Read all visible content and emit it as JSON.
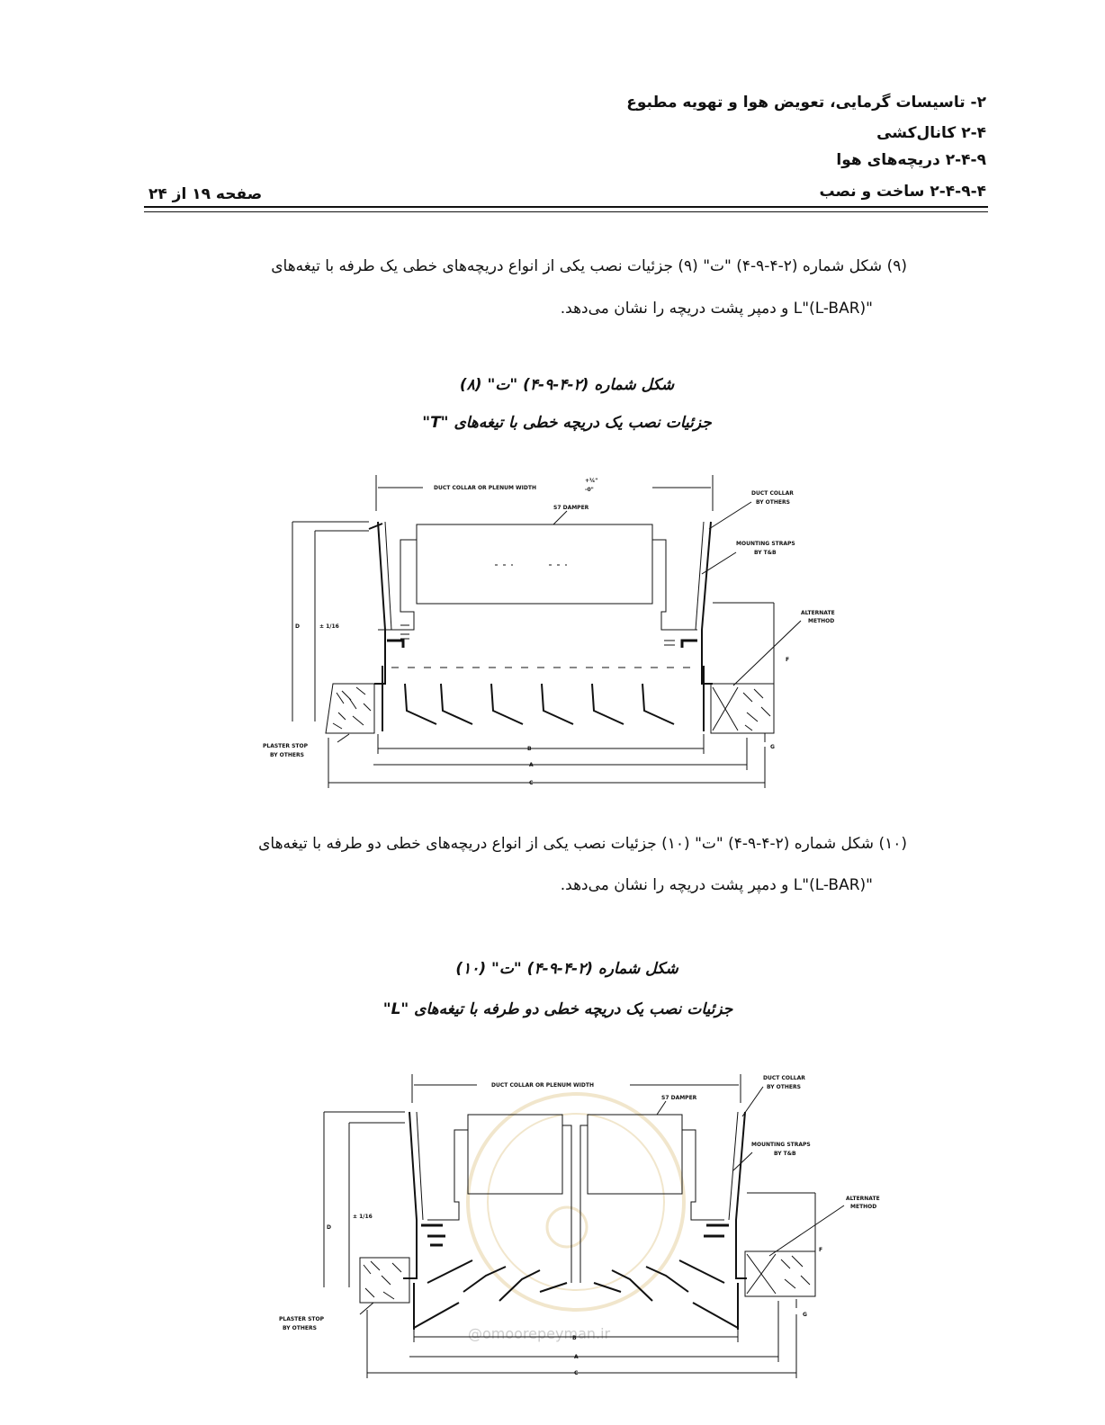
{
  "header": {
    "line1": "۲- تاسیسات گرمایی، تعویض هوا و تهویه مطبوع",
    "line2": "۲-۴ کانال‌کشی",
    "line3": "۲-۴-۹ دریچه‌های هوا",
    "line4": "۲-۴-۹-۴ ساخت و نصب",
    "page_label": "صفحه ۱۹ از ۲۴"
  },
  "para9": {
    "line1": "(۹) شکل شماره (۲-۴-۹-۴) \"ت\" (۹) جزئیات نصب یکی از انواع دریچه‌های خطی یک طرفه با تیغه‌های",
    "line2": "\"L\"(L-BAR) و دمپر پشت دریچه را نشان می‌دهد."
  },
  "figure8": {
    "caption1": "شکل شماره (۲-۴-۹-۴) \"ت\" (۸)",
    "caption2": "جزئیات نصب یک دریچه خطی با تیغه‌های \"T\"",
    "labels": {
      "duct_width": "DUCT COLLAR OR PLENUM WIDTH",
      "tolerance_top": "+¼\"",
      "tolerance_bottom": "-0\"",
      "damper": "S7 DAMPER",
      "duct_collar": "DUCT COLLAR",
      "by_others": "BY OTHERS",
      "mounting_straps": "MOUNTING STRAPS",
      "by_tb": "BY T&B",
      "alternate": "ALTERNATE",
      "method": "METHOD",
      "plaster_stop": "PLASTER STOP",
      "plaster_by_others": "BY OTHERS",
      "d_dim": "D",
      "d_tol": "± 1/16",
      "f_dim": "F",
      "g_dim": "G",
      "b_dim": "B",
      "a_dim": "A",
      "c_dim": "C"
    }
  },
  "para10": {
    "line1": "(۱۰) شکل شماره (۲-۴-۹-۴) \"ت\" (۱۰) جزئیات نصب یکی از انواع دریچه‌های خطی دو طرفه با تیغه‌های",
    "line2": "\"L\"(L-BAR) و دمپر پشت دریچه را نشان می‌دهد."
  },
  "figure10": {
    "caption1": "شکل شماره (۲-۴-۹-۴) \"ت\" (۱۰)",
    "caption2": "جزئیات نصب یک دریچه خطی دو طرفه با تیغه‌های \"L\"",
    "watermark": "@omoorepeyman.ir",
    "labels": {
      "duct_width": "DUCT COLLAR OR PLENUM WIDTH",
      "damper": "S7 DAMPER",
      "duct_collar": "DUCT COLLAR",
      "by_others": "BY OTHERS",
      "mounting_straps": "MOUNTING STRAPS",
      "by_tb": "BY T&B",
      "alternate": "ALTERNATE",
      "method": "METHOD",
      "plaster_stop": "PLASTER STOP",
      "plaster_by_others": "BY OTHERS",
      "d_dim": "D",
      "d_tol": "± 1/16",
      "f_dim": "F",
      "g_dim": "G",
      "b_dim": "B",
      "a_dim": "A",
      "c_dim": "C"
    }
  }
}
